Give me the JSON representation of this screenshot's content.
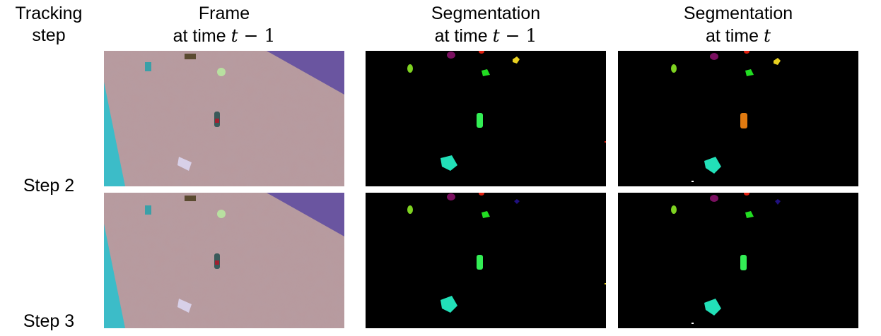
{
  "headers": {
    "tracking": {
      "line1": "Tracking",
      "line2": "step"
    },
    "frame": {
      "line1": "Frame",
      "line2_prefix": "at time ",
      "var": "t",
      "op": " − ",
      "num": "1"
    },
    "seg_prev": {
      "line1": "Segmentation",
      "line2_prefix": "at time ",
      "var": "t",
      "op": " − ",
      "num": "1"
    },
    "seg_curr": {
      "line1": "Segmentation",
      "line2_prefix": "at time ",
      "var": "t"
    }
  },
  "rows": [
    {
      "label": "Step 2"
    },
    {
      "label": "Step 3"
    }
  ],
  "colors": {
    "floor": "#b89a9e",
    "water": "#3cbcc8",
    "purple_floor": "#6a55a0",
    "segment_background": "#000000",
    "obj_lime": "#7ed321",
    "obj_magenta": "#7a1060",
    "obj_red": "#e02010",
    "obj_yellow": "#e8d020",
    "obj_green": "#22dd22",
    "obj_bottle_green": "#33ee55",
    "obj_bottle_orange": "#e07a10",
    "obj_cyan": "#22e0b8",
    "obj_navy": "#201080"
  }
}
